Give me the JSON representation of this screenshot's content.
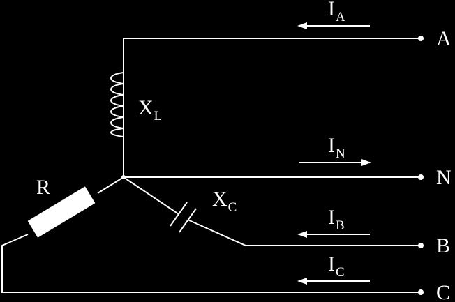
{
  "diagram": {
    "colors": {
      "background": "#000000",
      "foreground": "#ffffff"
    },
    "terminals": [
      {
        "id": "A",
        "label": "A"
      },
      {
        "id": "N",
        "label": "N"
      },
      {
        "id": "B",
        "label": "B"
      },
      {
        "id": "C",
        "label": "C"
      }
    ],
    "currents": [
      {
        "id": "IA",
        "symbol": "I",
        "subscript": "A",
        "direction": "left"
      },
      {
        "id": "IN",
        "symbol": "I",
        "subscript": "N",
        "direction": "right"
      },
      {
        "id": "IB",
        "symbol": "I",
        "subscript": "B",
        "direction": "left"
      },
      {
        "id": "IC",
        "symbol": "I",
        "subscript": "C",
        "direction": "left"
      }
    ],
    "components": {
      "inductor": {
        "symbol": "X",
        "subscript": "L"
      },
      "capacitor": {
        "symbol": "X",
        "subscript": "C"
      },
      "resistor": {
        "label": "R"
      }
    }
  }
}
